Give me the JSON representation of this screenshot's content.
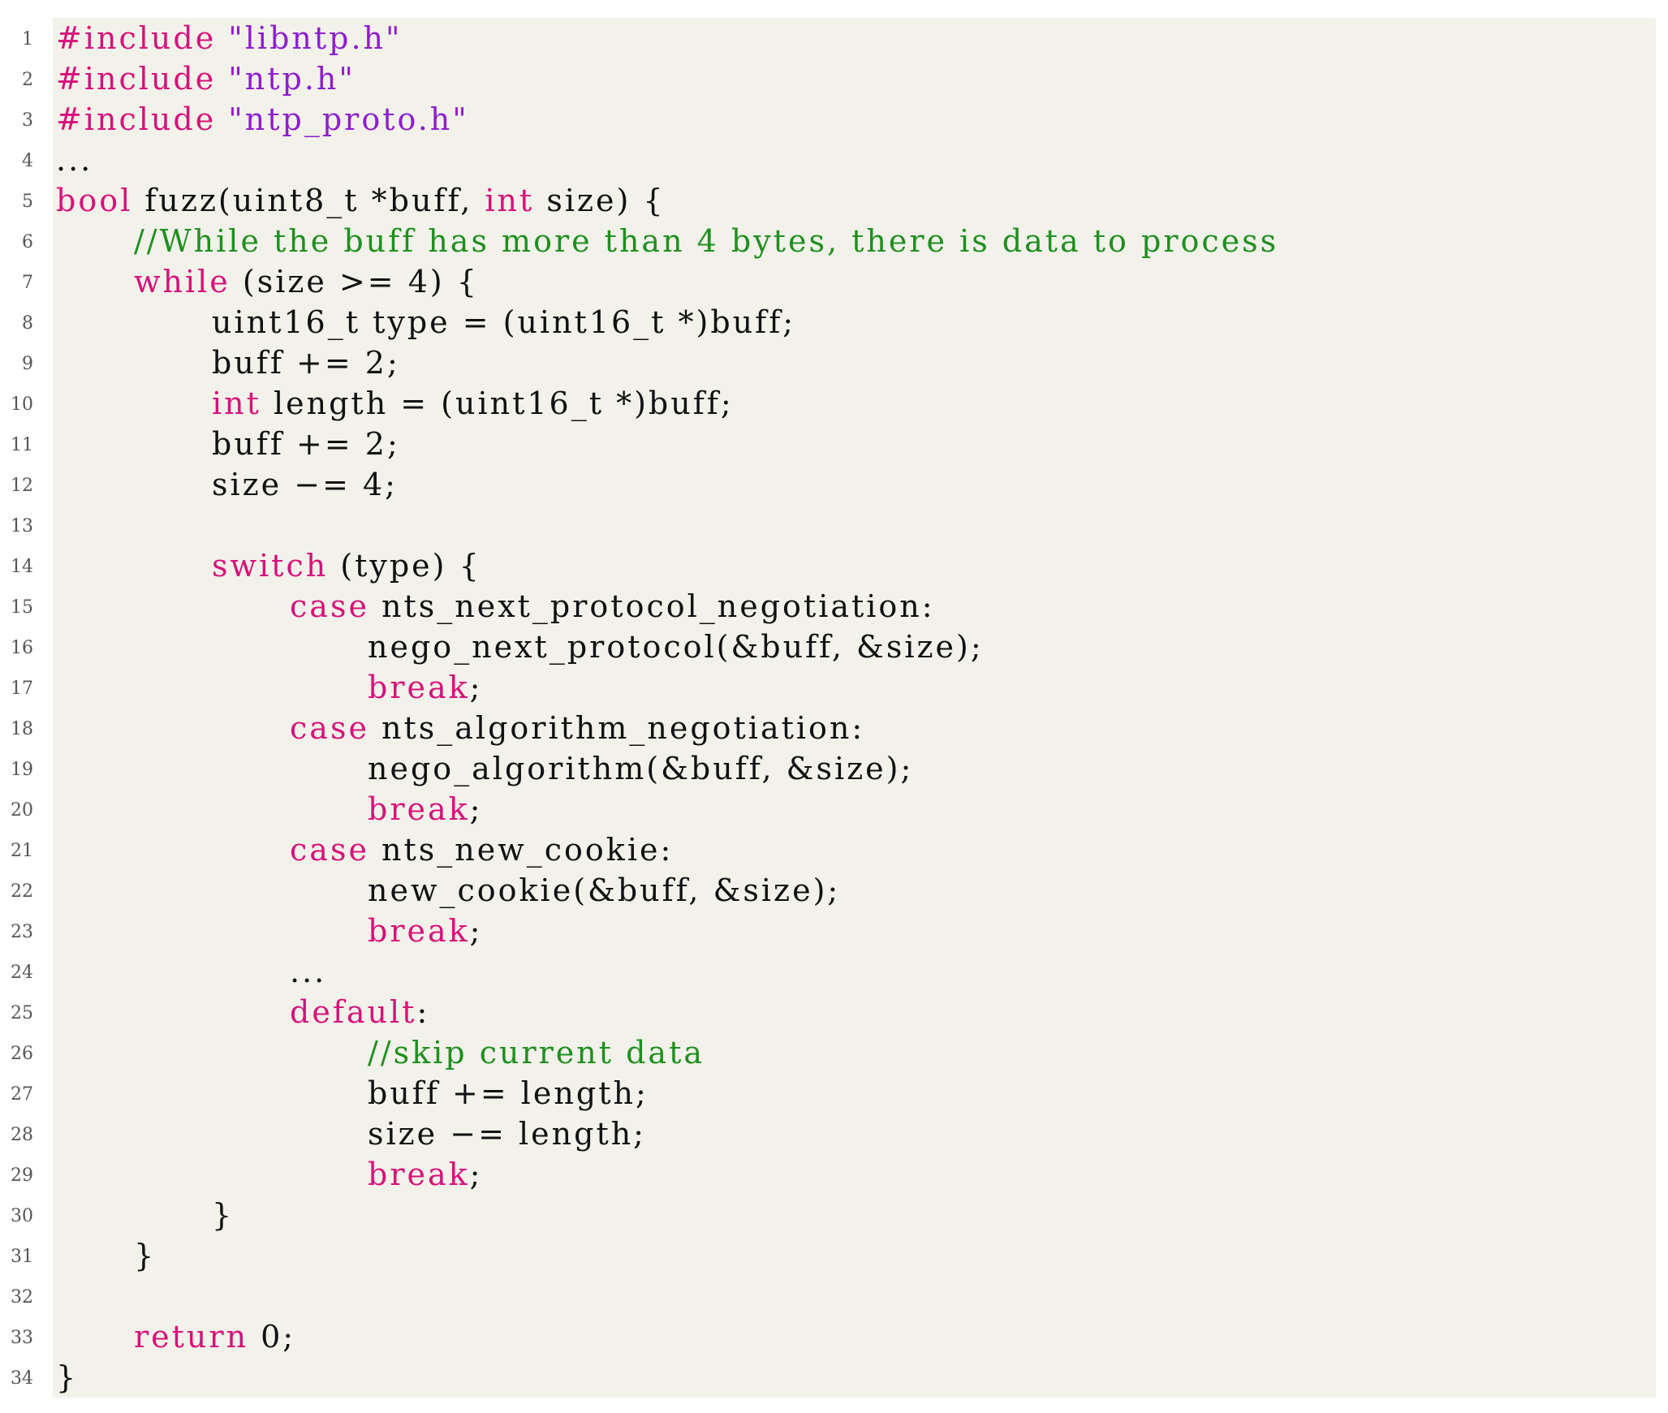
{
  "listing": {
    "lines": [
      {
        "no": "1",
        "indent": 0,
        "tokens": [
          {
            "t": "kw",
            "v": "#include"
          },
          {
            "t": "pl",
            "v": " "
          },
          {
            "t": "str",
            "v": "\"libntp.h\""
          }
        ]
      },
      {
        "no": "2",
        "indent": 0,
        "tokens": [
          {
            "t": "kw",
            "v": "#include"
          },
          {
            "t": "pl",
            "v": " "
          },
          {
            "t": "str",
            "v": "\"ntp.h\""
          }
        ]
      },
      {
        "no": "3",
        "indent": 0,
        "tokens": [
          {
            "t": "kw",
            "v": "#include"
          },
          {
            "t": "pl",
            "v": " "
          },
          {
            "t": "str",
            "v": "\"ntp_proto.h\""
          }
        ]
      },
      {
        "no": "4",
        "indent": 0,
        "tokens": [
          {
            "t": "pl",
            "v": "..."
          }
        ]
      },
      {
        "no": "5",
        "indent": 0,
        "tokens": [
          {
            "t": "kw",
            "v": "bool"
          },
          {
            "t": "pl",
            "v": " fuzz(uint8_t *buff, "
          },
          {
            "t": "kw",
            "v": "int"
          },
          {
            "t": "pl",
            "v": " size) {"
          }
        ]
      },
      {
        "no": "6",
        "indent": 1,
        "tokens": [
          {
            "t": "cmt",
            "v": "//While the buff has more than 4 bytes, there is data to process"
          }
        ]
      },
      {
        "no": "7",
        "indent": 1,
        "tokens": [
          {
            "t": "kw",
            "v": "while"
          },
          {
            "t": "pl",
            "v": " (size >= 4) {"
          }
        ]
      },
      {
        "no": "8",
        "indent": 2,
        "tokens": [
          {
            "t": "pl",
            "v": "uint16_t type = (uint16_t *)buff;"
          }
        ]
      },
      {
        "no": "9",
        "indent": 2,
        "tokens": [
          {
            "t": "pl",
            "v": "buff += 2;"
          }
        ]
      },
      {
        "no": "10",
        "indent": 2,
        "tokens": [
          {
            "t": "kw",
            "v": "int"
          },
          {
            "t": "pl",
            "v": " length = (uint16_t *)buff;"
          }
        ]
      },
      {
        "no": "11",
        "indent": 2,
        "tokens": [
          {
            "t": "pl",
            "v": "buff += 2;"
          }
        ]
      },
      {
        "no": "12",
        "indent": 2,
        "tokens": [
          {
            "t": "pl",
            "v": "size −= 4;"
          }
        ]
      },
      {
        "no": "13",
        "indent": 0,
        "tokens": []
      },
      {
        "no": "14",
        "indent": 2,
        "tokens": [
          {
            "t": "kw",
            "v": "switch"
          },
          {
            "t": "pl",
            "v": " (type) {"
          }
        ]
      },
      {
        "no": "15",
        "indent": 3,
        "tokens": [
          {
            "t": "kw",
            "v": "case"
          },
          {
            "t": "pl",
            "v": " nts_next_protocol_negotiation:"
          }
        ]
      },
      {
        "no": "16",
        "indent": 4,
        "tokens": [
          {
            "t": "pl",
            "v": "nego_next_protocol(&buff, &size);"
          }
        ]
      },
      {
        "no": "17",
        "indent": 4,
        "tokens": [
          {
            "t": "kw",
            "v": "break"
          },
          {
            "t": "pl",
            "v": ";"
          }
        ]
      },
      {
        "no": "18",
        "indent": 3,
        "tokens": [
          {
            "t": "kw",
            "v": "case"
          },
          {
            "t": "pl",
            "v": " nts_algorithm_negotiation:"
          }
        ]
      },
      {
        "no": "19",
        "indent": 4,
        "tokens": [
          {
            "t": "pl",
            "v": "nego_algorithm(&buff, &size);"
          }
        ]
      },
      {
        "no": "20",
        "indent": 4,
        "tokens": [
          {
            "t": "kw",
            "v": "break"
          },
          {
            "t": "pl",
            "v": ";"
          }
        ]
      },
      {
        "no": "21",
        "indent": 3,
        "tokens": [
          {
            "t": "kw",
            "v": "case"
          },
          {
            "t": "pl",
            "v": " nts_new_cookie:"
          }
        ]
      },
      {
        "no": "22",
        "indent": 4,
        "tokens": [
          {
            "t": "pl",
            "v": "new_cookie(&buff, &size);"
          }
        ]
      },
      {
        "no": "23",
        "indent": 4,
        "tokens": [
          {
            "t": "kw",
            "v": "break"
          },
          {
            "t": "pl",
            "v": ";"
          }
        ]
      },
      {
        "no": "24",
        "indent": 3,
        "tokens": [
          {
            "t": "pl",
            "v": "..."
          }
        ]
      },
      {
        "no": "25",
        "indent": 3,
        "tokens": [
          {
            "t": "kw",
            "v": "default"
          },
          {
            "t": "pl",
            "v": ":"
          }
        ]
      },
      {
        "no": "26",
        "indent": 4,
        "tokens": [
          {
            "t": "cmt",
            "v": "//skip current data"
          }
        ]
      },
      {
        "no": "27",
        "indent": 4,
        "tokens": [
          {
            "t": "pl",
            "v": "buff += length;"
          }
        ]
      },
      {
        "no": "28",
        "indent": 4,
        "tokens": [
          {
            "t": "pl",
            "v": "size −= length;"
          }
        ]
      },
      {
        "no": "29",
        "indent": 4,
        "tokens": [
          {
            "t": "kw",
            "v": "break"
          },
          {
            "t": "pl",
            "v": ";"
          }
        ]
      },
      {
        "no": "30",
        "indent": 2,
        "tokens": [
          {
            "t": "pl",
            "v": "}"
          }
        ]
      },
      {
        "no": "31",
        "indent": 1,
        "tokens": [
          {
            "t": "pl",
            "v": "}"
          }
        ]
      },
      {
        "no": "32",
        "indent": 0,
        "tokens": []
      },
      {
        "no": "33",
        "indent": 1,
        "tokens": [
          {
            "t": "kw",
            "v": "return"
          },
          {
            "t": "pl",
            "v": " 0;"
          }
        ]
      },
      {
        "no": "34",
        "indent": 0,
        "tokens": [
          {
            "t": "pl",
            "v": "}"
          }
        ]
      }
    ],
    "colors": {
      "background": "#f2f1ea",
      "keyword": "#d6127a",
      "string": "#8e1fcc",
      "comment": "#1f8f1f",
      "text": "#111111",
      "line_number": "#555555"
    }
  }
}
